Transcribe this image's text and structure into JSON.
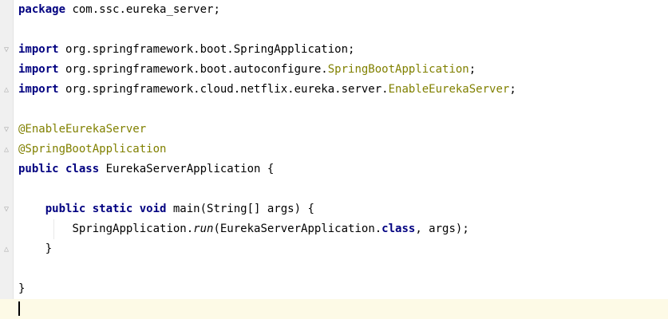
{
  "code": {
    "line1": {
      "kw": "package",
      "rest": " com.ssc.eureka_server;"
    },
    "line3": {
      "kw": "import",
      "rest": " org.springframework.boot.SpringApplication;"
    },
    "line4": {
      "kw": "import",
      "pre": " org.springframework.boot.autoconfigure.",
      "anno": "SpringBootApplication",
      "post": ";"
    },
    "line5": {
      "kw": "import",
      "pre": " org.springframework.cloud.netflix.eureka.server.",
      "anno": "EnableEurekaServer",
      "post": ";"
    },
    "line7": {
      "anno": "@EnableEurekaServer"
    },
    "line8": {
      "anno": "@SpringBootApplication"
    },
    "line9": {
      "kw": "public class",
      "rest": " EurekaServerApplication {"
    },
    "line11": {
      "indent": "    ",
      "kw": "public static void",
      "rest": " main(String[] args) {"
    },
    "line12": {
      "indent": "        ",
      "pre": "SpringApplication.",
      "ital": "run",
      "mid": "(EurekaServerApplication.",
      "kw": "class",
      "post": ", args);"
    },
    "line13": {
      "indent": "    ",
      "rest": "}"
    },
    "line15": {
      "rest": "}"
    }
  }
}
